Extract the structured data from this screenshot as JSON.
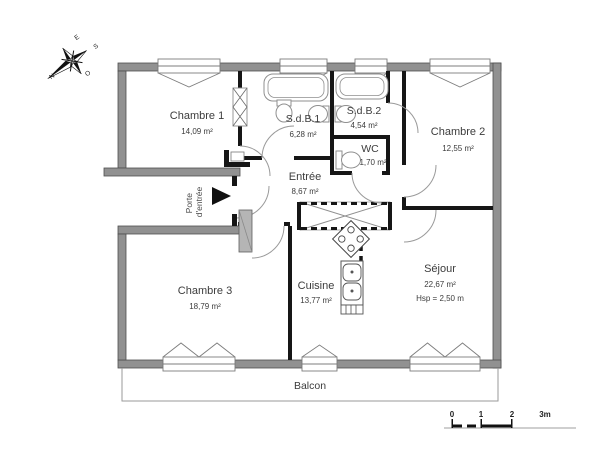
{
  "plan": {
    "rooms": {
      "chambre1": {
        "name": "Chambre 1",
        "area": "14,09 m²"
      },
      "sdb1": {
        "name": "S.d.B.1",
        "area": "6,28 m²"
      },
      "sdb2": {
        "name": "S.d.B.2",
        "area": "4,54 m²"
      },
      "wc": {
        "name": "WC",
        "area": "1,70 m²"
      },
      "chambre2": {
        "name": "Chambre 2",
        "area": "12,55 m²"
      },
      "entree": {
        "name": "Entrée",
        "area": "8,67 m²"
      },
      "chambre3": {
        "name": "Chambre 3",
        "area": "18,79 m²"
      },
      "cuisine": {
        "name": "Cuisine",
        "area": "13,77 m²"
      },
      "sejour": {
        "name": "Séjour",
        "area": "22,67 m²",
        "ceiling_height": "Hsp = 2,50 m"
      },
      "balcon": {
        "name": "Balcon"
      }
    },
    "entrance": {
      "label": "Porte d'entrée",
      "line1": "Porte",
      "line2": "d'entrée"
    },
    "compass": {
      "north": "N",
      "south": "S",
      "east": "E",
      "west": "O"
    },
    "scale_bar": {
      "ticks": [
        "0",
        "1",
        "2",
        "3m"
      ]
    },
    "colors": {
      "outer_wall": "#919191",
      "inner_wall": "#161616",
      "fixture_stroke": "#8f8f8f",
      "text": "#3c3c3c"
    }
  }
}
